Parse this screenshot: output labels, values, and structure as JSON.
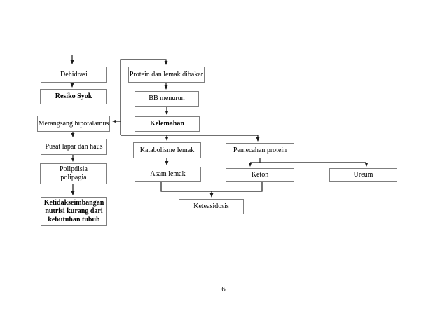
{
  "page": {
    "number": "6"
  },
  "colors": {
    "background": "#ffffff",
    "box_border": "#7f7f7f",
    "connector": "#1a1a1a",
    "text": "#000000"
  },
  "diagram": {
    "type": "flowchart",
    "nodes": {
      "dehidrasi": {
        "label": "Dehidrasi",
        "bold": false
      },
      "resiko_syok": {
        "label": "Resiko Syok",
        "bold": true
      },
      "merangsang_hipotalamus": {
        "label": "Merangsang hipotalamus",
        "bold": false
      },
      "pusat_lapar": {
        "label": "Pusat lapar dan haus",
        "bold": false
      },
      "polipdisia": {
        "label": "Polipdisia\npolipagia",
        "bold": false
      },
      "ketidakseimbangan": {
        "label": "Ketidakseimbangan\nnutrisi kurang dari\nkebutuhan tubuh",
        "bold": true
      },
      "protein_lemak": {
        "label": "Protein dan lemak dibakar",
        "bold": false
      },
      "bb_menurun": {
        "label": "BB menurun",
        "bold": false
      },
      "kelemahan": {
        "label": "Kelemahan",
        "bold": true
      },
      "katabolisme_lemak": {
        "label": "Katabolisme lemak",
        "bold": false
      },
      "asam_lemak": {
        "label": "Asam lemak",
        "bold": false
      },
      "keteasidosis": {
        "label": "Keteasidosis",
        "bold": false
      },
      "pemecahan_protein": {
        "label": "Pemecahan protein",
        "bold": false
      },
      "keton": {
        "label": "Keton",
        "bold": false
      },
      "ureum": {
        "label": "Ureum",
        "bold": false
      }
    },
    "edges": [
      "top -> dehidrasi",
      "dehidrasi -> resiko_syok",
      "bracket -> protein_dan_lemak_dibakar",
      "bracket -> merangsang_hipotalamus",
      "merangsang_hipotalamus -> pusat_lapar",
      "pusat_lapar -> polipdisia",
      "polipdisia -> ketidakseimbangan",
      "protein_lemak -> bb_menurun",
      "bb_menurun -> kelemahan",
      "bracket -> katabolisme_lemak",
      "bracket -> pemecahan_protein",
      "katabolisme_lemak -> asam_lemak",
      "asam_lemak -> keteasidosis",
      "pemecahan_protein -> keton",
      "pemecahan_protein -> ureum",
      "keton -> keteasidosis"
    ]
  }
}
